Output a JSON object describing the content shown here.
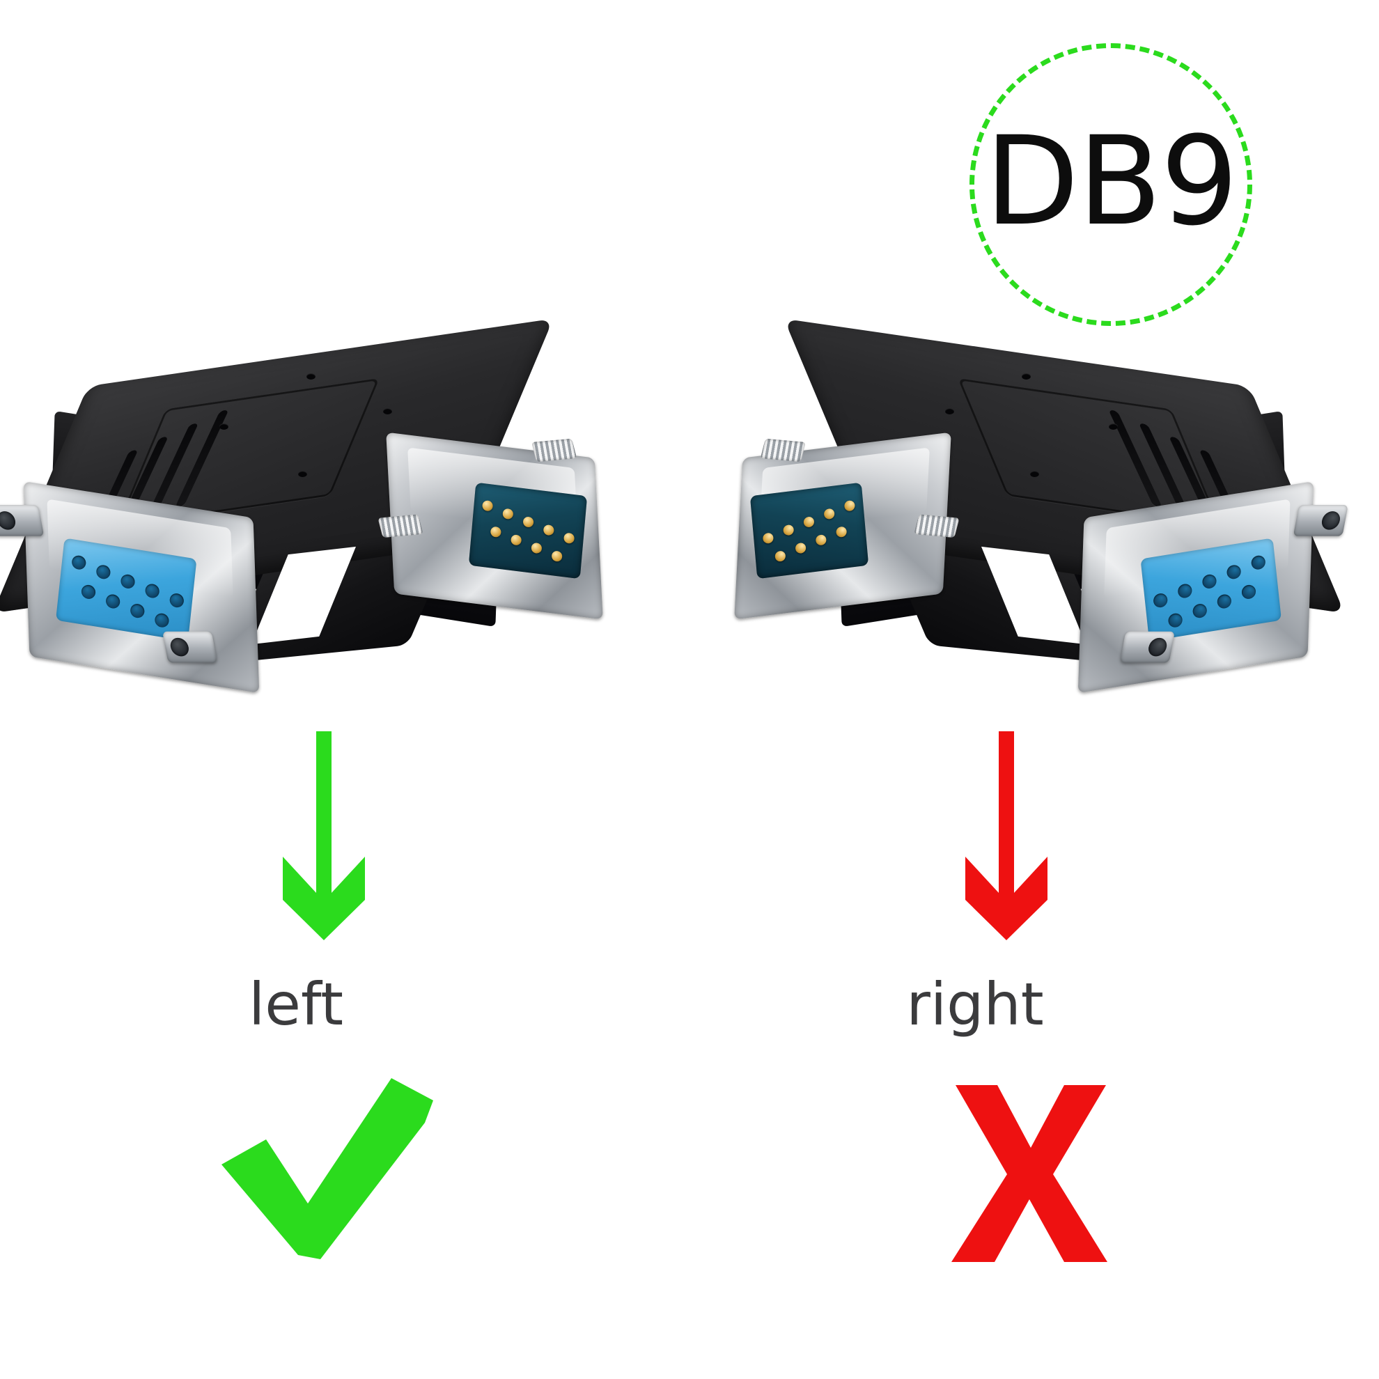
{
  "badge": {
    "text": "DB9",
    "circle_style": "dashed",
    "circle_color": "#2bdb1d",
    "text_color": "#0d0d0d"
  },
  "colors": {
    "green": "#2bdb1d",
    "red": "#ee1111",
    "label_text": "#3b3b3d",
    "background": "#ffffff",
    "housing_black": "#1c1c1e",
    "shell_metal": "#c9ccd0",
    "female_insulator_blue": "#3ca5dd",
    "male_insulator_teal": "#124355",
    "pin_gold": "#d6a440"
  },
  "products": [
    {
      "id": "left-adapter",
      "name": "DB9 right-angle adapter, left orientation",
      "arrow_color": "#2bdb1d",
      "arrow_icon": "down-arrow-icon",
      "label": "left",
      "verdict_icon": "checkmark-icon",
      "verdict_color": "#2bdb1d",
      "connectors": [
        {
          "position": "near-left",
          "gender": "female",
          "pin_count": 9,
          "insulator_color": "#3ca5dd"
        },
        {
          "position": "far-right",
          "gender": "male",
          "pin_count": 9,
          "insulator_color": "#124355"
        }
      ]
    },
    {
      "id": "right-adapter",
      "name": "DB9 right-angle adapter, right orientation",
      "arrow_color": "#ee1111",
      "arrow_icon": "down-arrow-icon",
      "label": "right",
      "verdict_icon": "cross-icon",
      "verdict_color": "#ee1111",
      "connectors": [
        {
          "position": "near-left",
          "gender": "male",
          "pin_count": 9,
          "insulator_color": "#124355"
        },
        {
          "position": "far-right",
          "gender": "female",
          "pin_count": 9,
          "insulator_color": "#3ca5dd"
        }
      ]
    }
  ]
}
